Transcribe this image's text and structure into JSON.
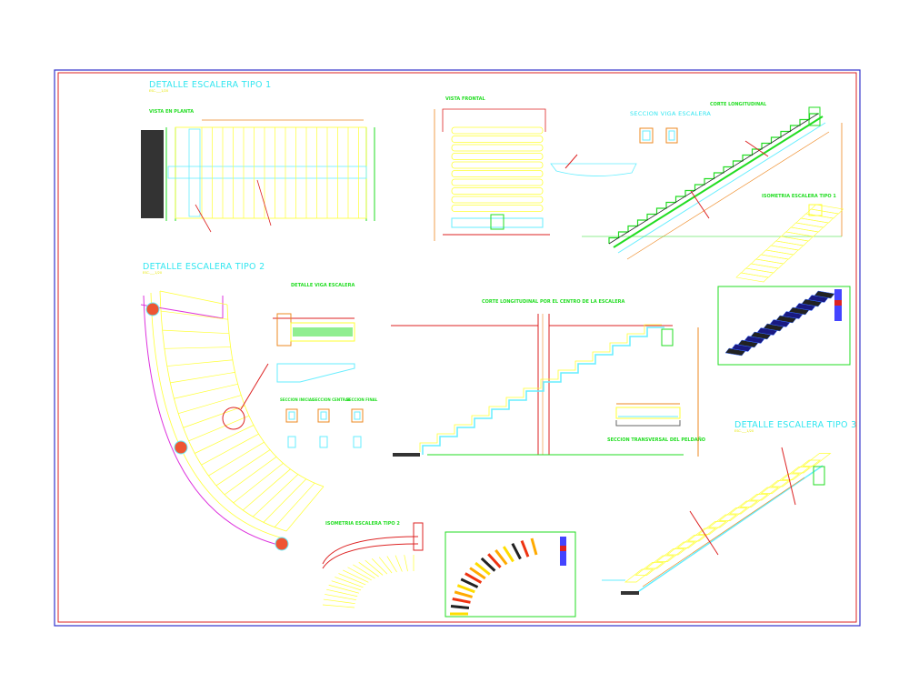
{
  "titles": {
    "tipo1": "DETALLE ESCALERA TIPO 1",
    "tipo2": "DETALLE ESCALERA TIPO 2",
    "tipo3": "DETALLE ESCALERA TIPO 3",
    "seccion_viga": "SECCION VIGA ESCALERA"
  },
  "subtitles": {
    "vista_planta": "VISTA EN PLANTA",
    "vista_frontal": "VISTA FRONTAL",
    "corte_longitudinal": "CORTE LONGITUDINAL",
    "isometria_1": "ISOMETRIA ESCALERA TIPO 1",
    "detalle_viga": "DETALLE VIGA ESCALERA",
    "corte_centro": "CORTE LONGITUDINAL POR EL CENTRO DE LA ESCALERA",
    "seccion_inicial": "SECCION INICIAL",
    "seccion_central": "SECCION CENTRAL",
    "seccion_final": "SECCION FINAL",
    "seccion_peldano": "SECCION TRANSVERSAL DEL PELDAÑO",
    "isometria_2": "ISOMETRIA ESCALERA TIPO 2"
  },
  "scale_note": "ESC.___1/20",
  "colors": {
    "frame_outer": "#3333cc",
    "frame_inner": "#dd2222",
    "title": "#33e6f0",
    "subtitle": "#22dd22",
    "linework": "#ffff33",
    "leader": "#dd2222",
    "dimension": "#ee8822",
    "rebar": "#22dd22",
    "concrete": "#66eeff",
    "curve_edge": "#dd33dd"
  }
}
